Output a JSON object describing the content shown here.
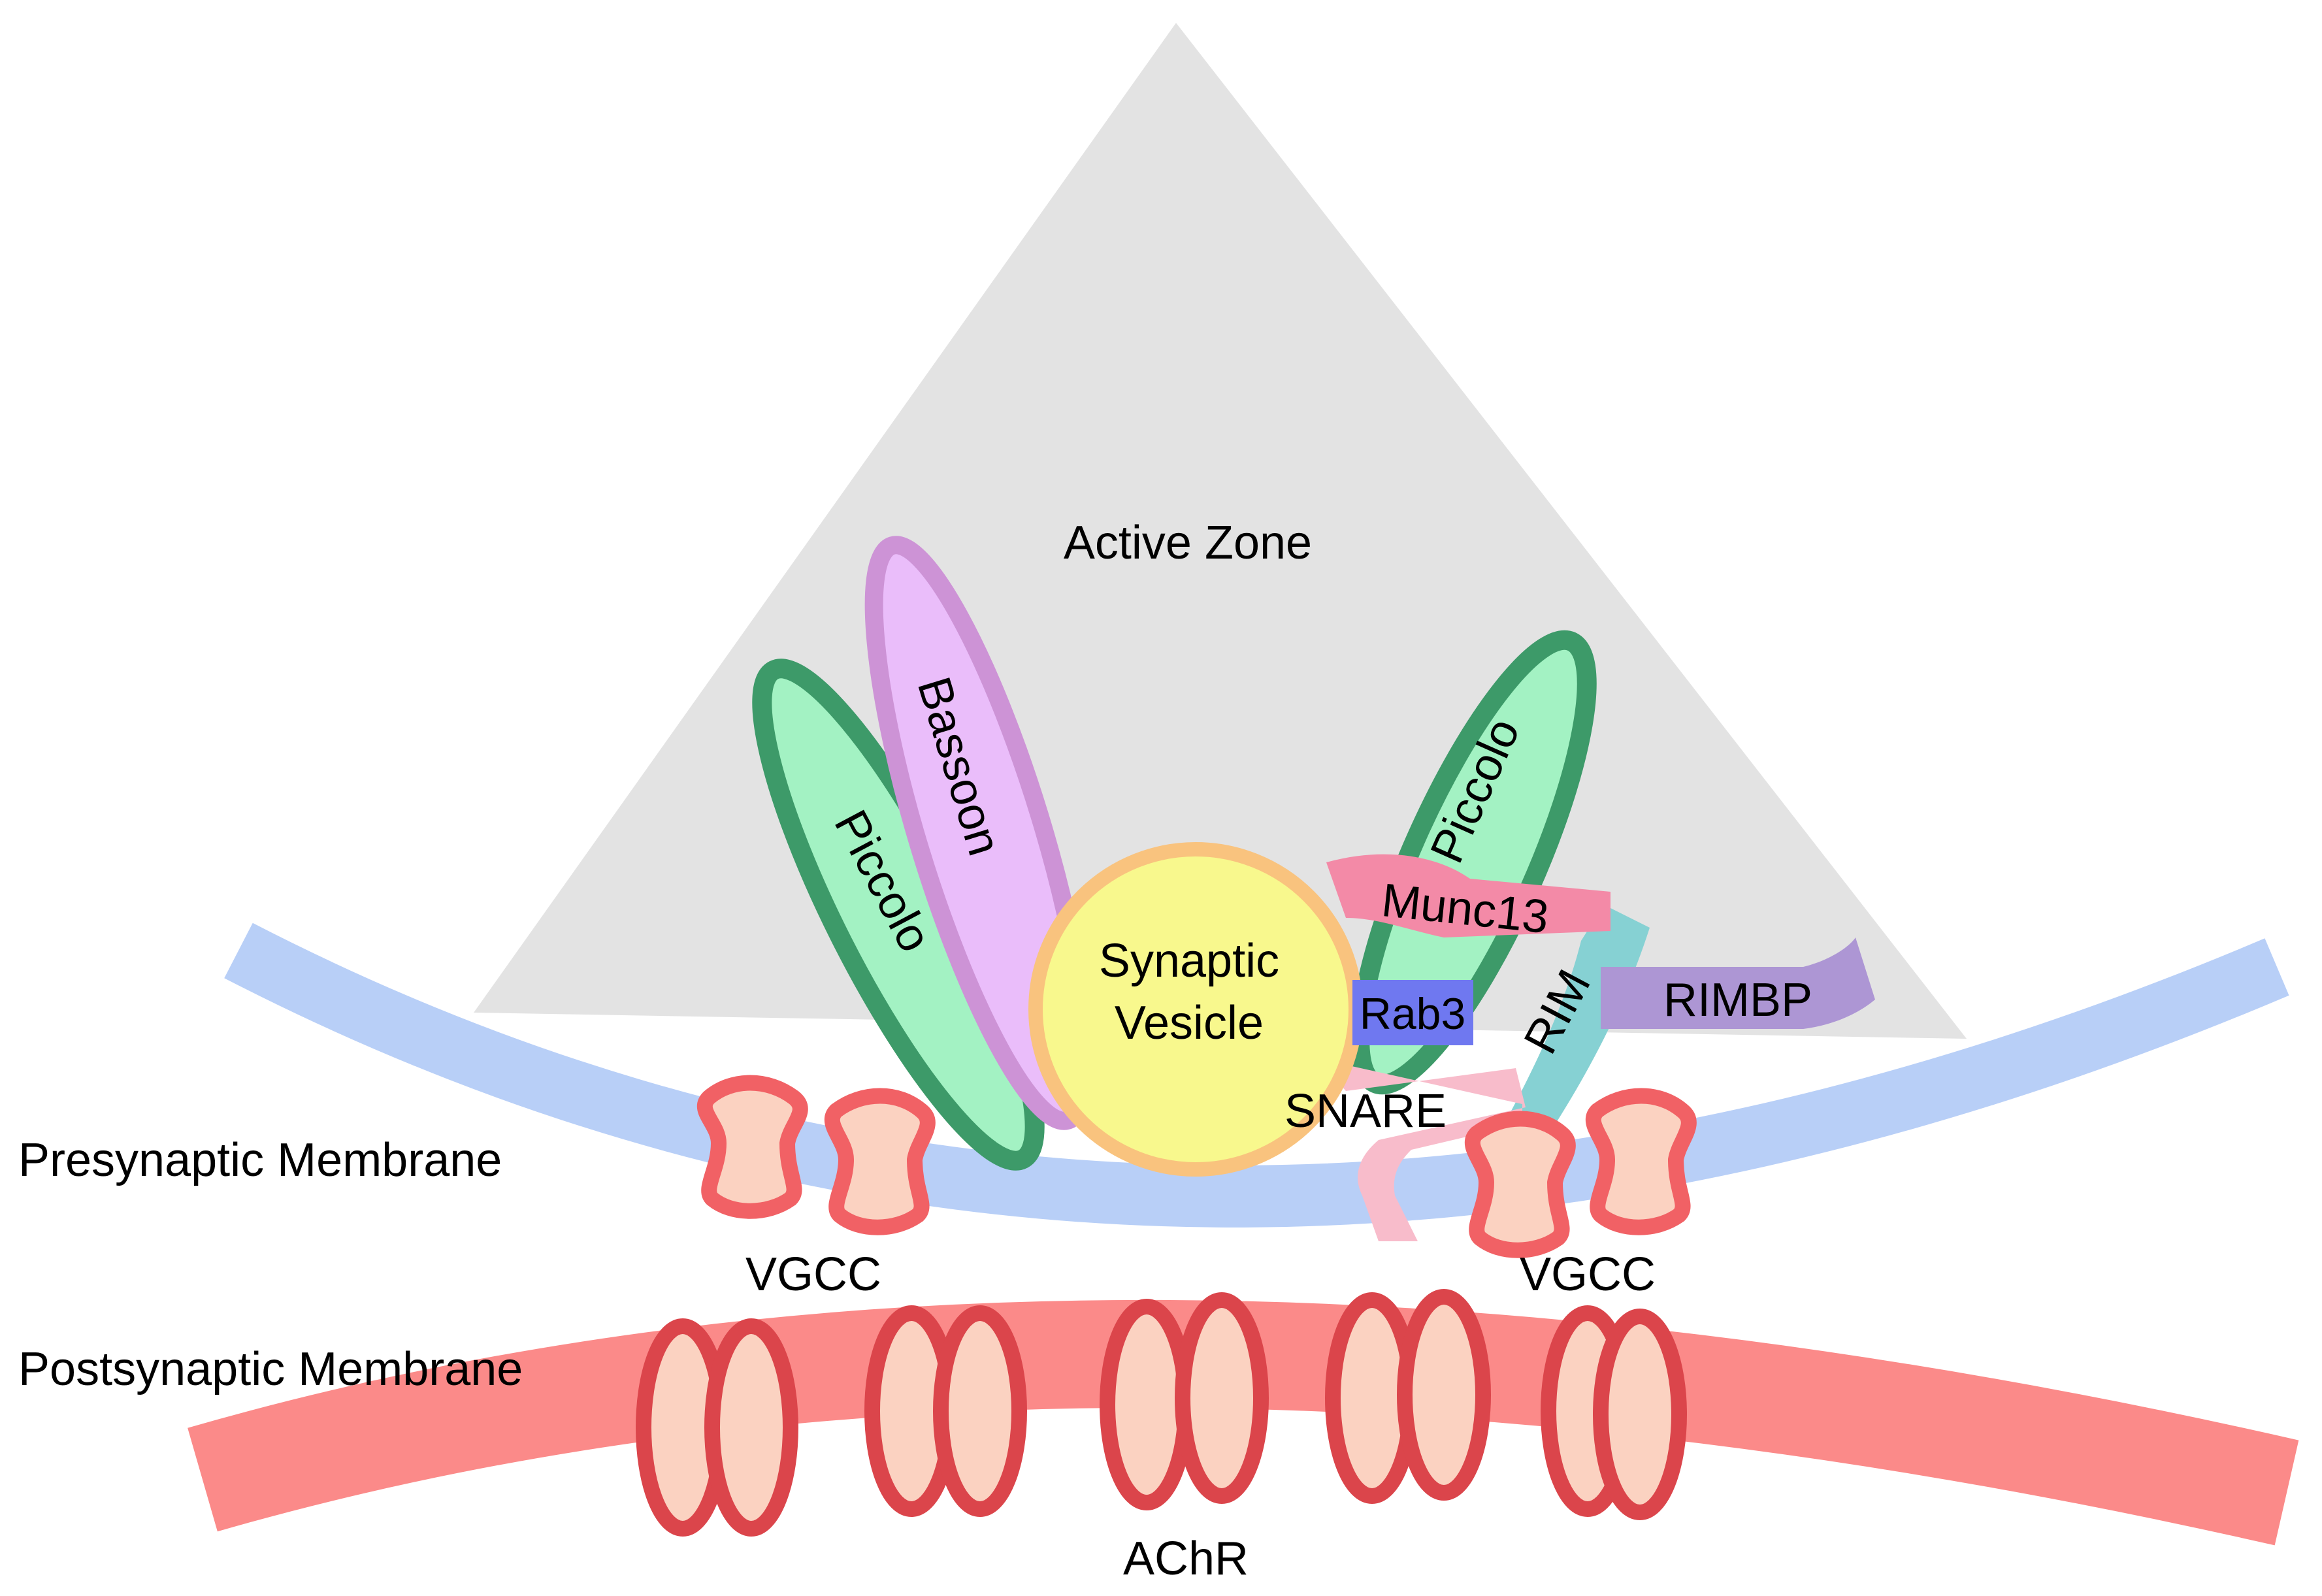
{
  "labels": {
    "active_zone": "Active Zone",
    "piccolo_left": "Piccolo",
    "bassoon": "Bassoon",
    "piccolo_right": "Piccolo",
    "vesicle_line1": "Synaptic",
    "vesicle_line2": "Vesicle",
    "munc13": "Munc13",
    "rab3": "Rab3",
    "rim": "RIM",
    "rimbp": "RIMBP",
    "snare": "SNARE",
    "presynaptic_membrane": "Presynaptic Membrane",
    "postsynaptic_membrane": "Postsynaptic Membrane",
    "vgcc_left": "VGCC",
    "vgcc_right": "VGCC",
    "achr": "AChR"
  },
  "colors": {
    "active_zone_fill": "#e3e3e3",
    "presynaptic_membrane": "#b8cff7",
    "postsynaptic_membrane": "#fb8a89",
    "piccolo_fill": "#a3f2c3",
    "piccolo_outline": "#3d9a69",
    "bassoon_fill": "#eabdfa",
    "bassoon_outline": "#cd93d6",
    "vesicle_fill": "#f8f88d",
    "vesicle_outline": "#f9c37e",
    "munc13": "#f38aa7",
    "rab3": "#6f78f0",
    "rim": "#86d1d3",
    "rimbp": "#ad96d4",
    "snare": "#f8bccb",
    "vgcc_fill": "#fbd2c1",
    "vgcc_outline": "#f16165",
    "achr_fill": "#fbd2c1",
    "achr_outline": "#db454b"
  }
}
